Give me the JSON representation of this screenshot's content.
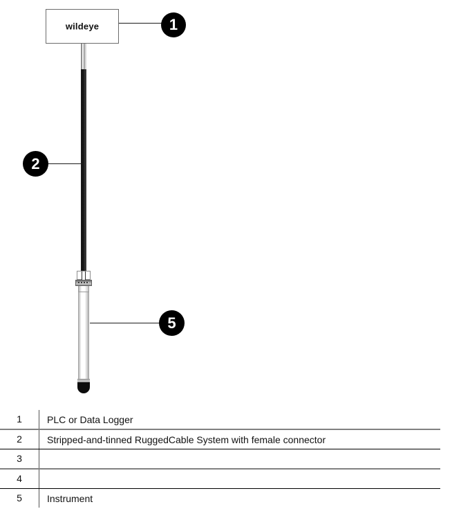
{
  "diagram": {
    "title_text": "wildeye",
    "device": {
      "label": "wildeye"
    },
    "components": {
      "cable_upper_name": "cable-gray-segment",
      "cable_main_name": "cable-black-segment",
      "connector_name": "female-connector",
      "instrument_name": "instrument-body",
      "nose_name": "instrument-nose-cone"
    },
    "callouts": [
      {
        "number": "1",
        "target": "PLC or Data Logger"
      },
      {
        "number": "2",
        "target": "Stripped-and-tinned RuggedCable System with female connector"
      },
      {
        "number": "5",
        "target": "Instrument"
      }
    ]
  },
  "legend": {
    "rows": [
      {
        "num": "1",
        "desc": "PLC or Data Logger"
      },
      {
        "num": "2",
        "desc": "Stripped-and-tinned RuggedCable System with female connector"
      },
      {
        "num": "3",
        "desc": ""
      },
      {
        "num": "4",
        "desc": ""
      },
      {
        "num": "5",
        "desc": "Instrument"
      }
    ]
  },
  "colors": {
    "callout_bg": "#000000",
    "callout_text": "#ffffff",
    "cable_black": "#111111",
    "line_gray": "#808080",
    "line_black": "#000000"
  }
}
